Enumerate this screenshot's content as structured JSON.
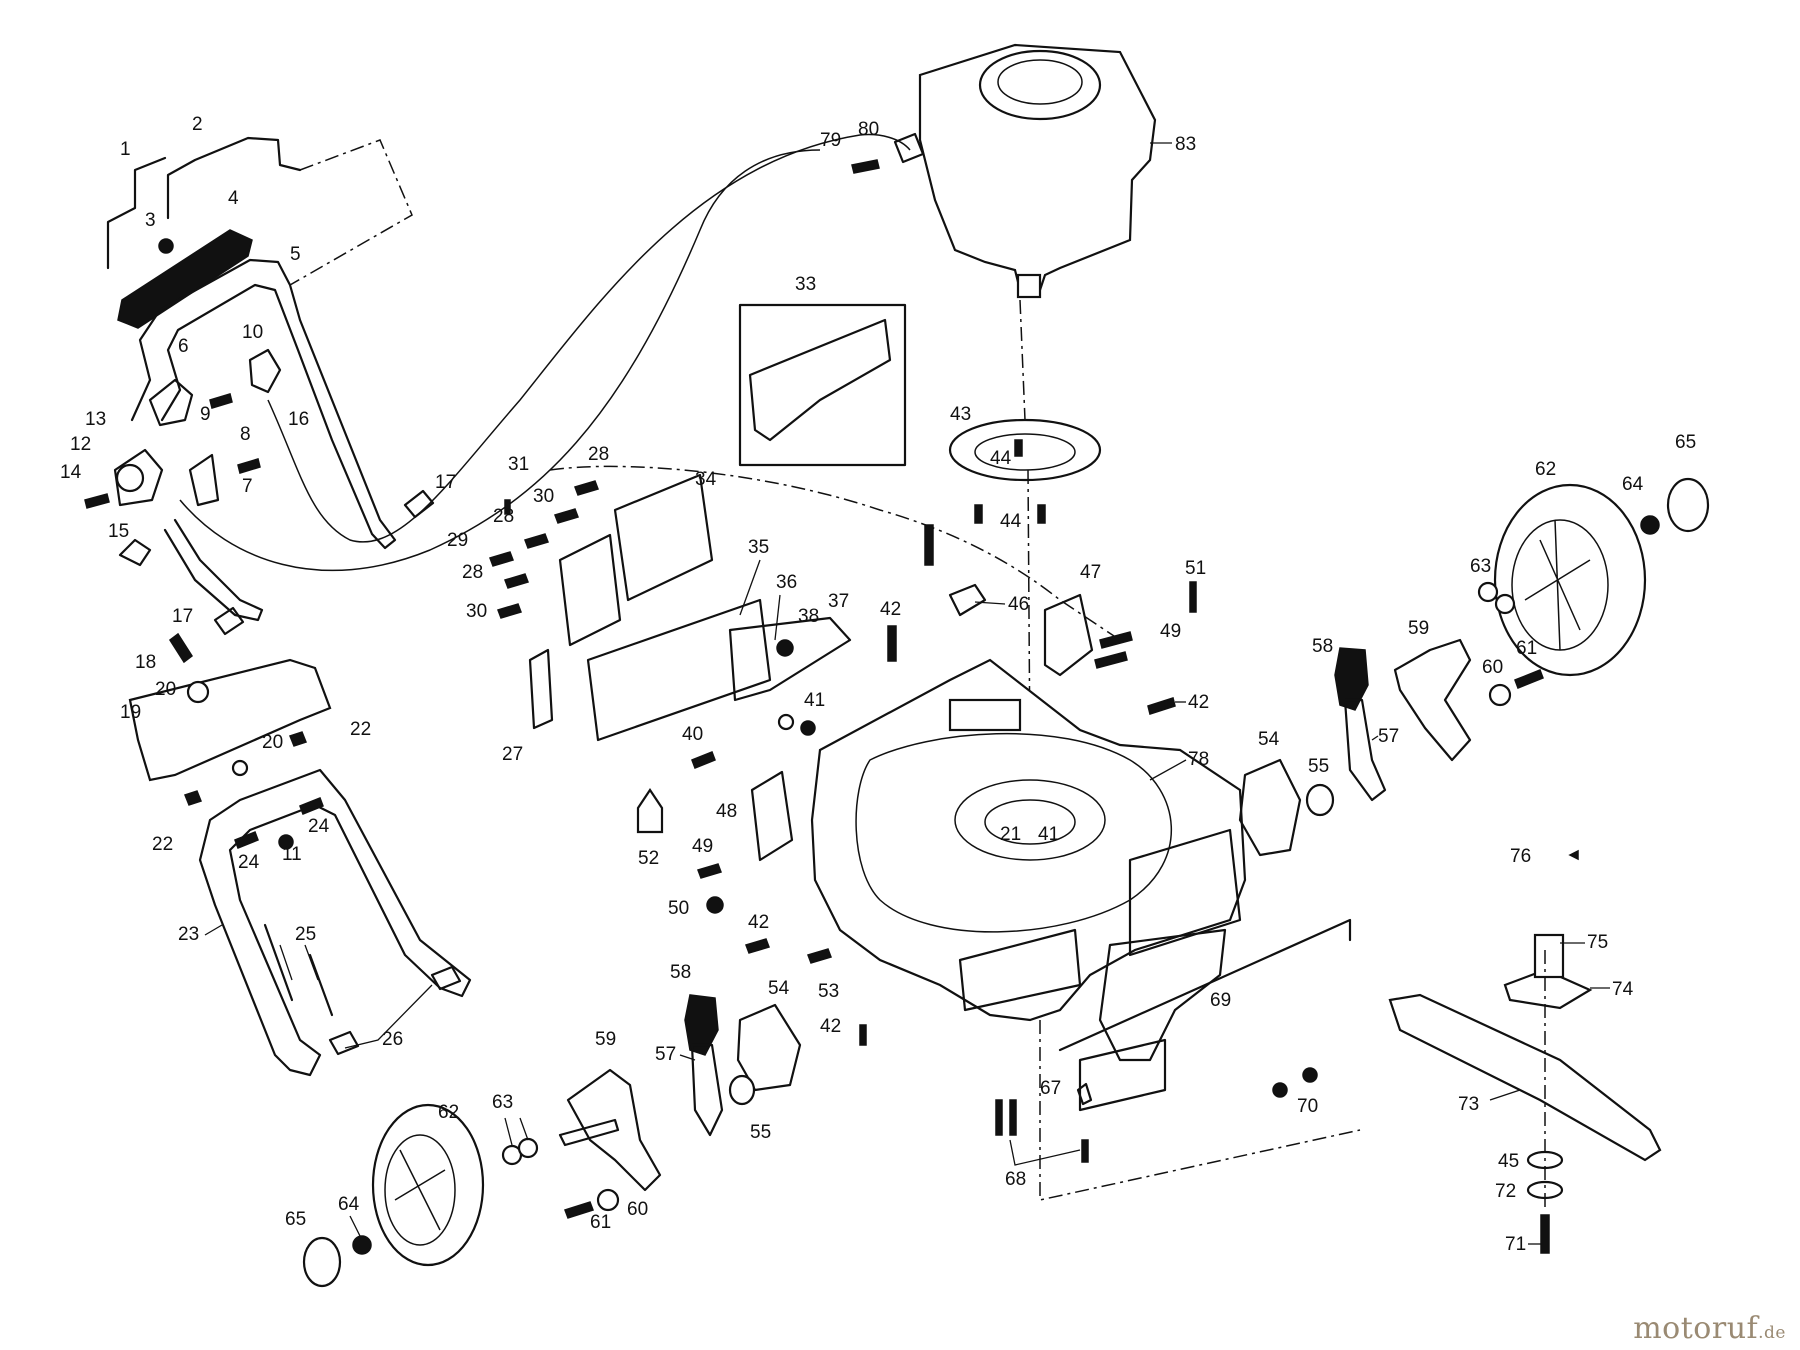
{
  "watermark": {
    "brand": "motoruf",
    "tld": ".de",
    "accent_color": "#9a8a73"
  },
  "callouts": [
    "1",
    "2",
    "3",
    "4",
    "5",
    "6",
    "7",
    "8",
    "9",
    "10",
    "11",
    "12",
    "13",
    "14",
    "15",
    "16",
    "17",
    "18",
    "19",
    "20",
    "21",
    "22",
    "23",
    "24",
    "25",
    "26",
    "27",
    "28",
    "29",
    "30",
    "31",
    "33",
    "34",
    "35",
    "36",
    "37",
    "38",
    "40",
    "41",
    "42",
    "43",
    "44",
    "45",
    "46",
    "47",
    "48",
    "49",
    "50",
    "51",
    "52",
    "53",
    "54",
    "55",
    "57",
    "58",
    "59",
    "60",
    "61",
    "62",
    "63",
    "64",
    "65",
    "67",
    "68",
    "69",
    "70",
    "71",
    "72",
    "73",
    "74",
    "75",
    "76",
    "78",
    "79",
    "80",
    "83"
  ]
}
